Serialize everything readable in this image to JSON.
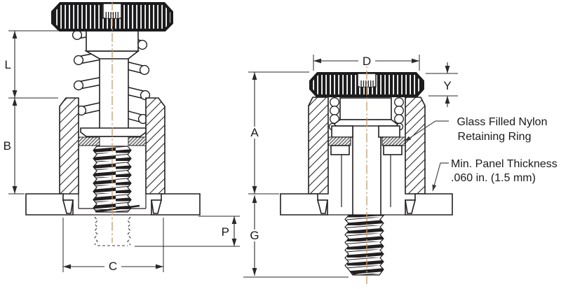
{
  "views": {
    "extended_view": {
      "label_l": "L",
      "label_b": "B",
      "label_c": "C",
      "label_p": "P"
    },
    "installed_view": {
      "label_d": "D",
      "label_y": "Y",
      "label_a": "A",
      "label_g": "G"
    }
  },
  "annotations": {
    "retaining_ring": {
      "line1": "Glass Filled Nylon",
      "line2": "Retaining Ring"
    },
    "panel_thickness": {
      "line1": "Min. Panel Thickness",
      "line2": ".060 in. (1.5 mm)"
    }
  },
  "colors": {
    "line": "#231f20",
    "centerline": "#c79a6b",
    "dimension": "#2a2a2c",
    "text": "#1a1a1a",
    "background": "#ffffff"
  }
}
